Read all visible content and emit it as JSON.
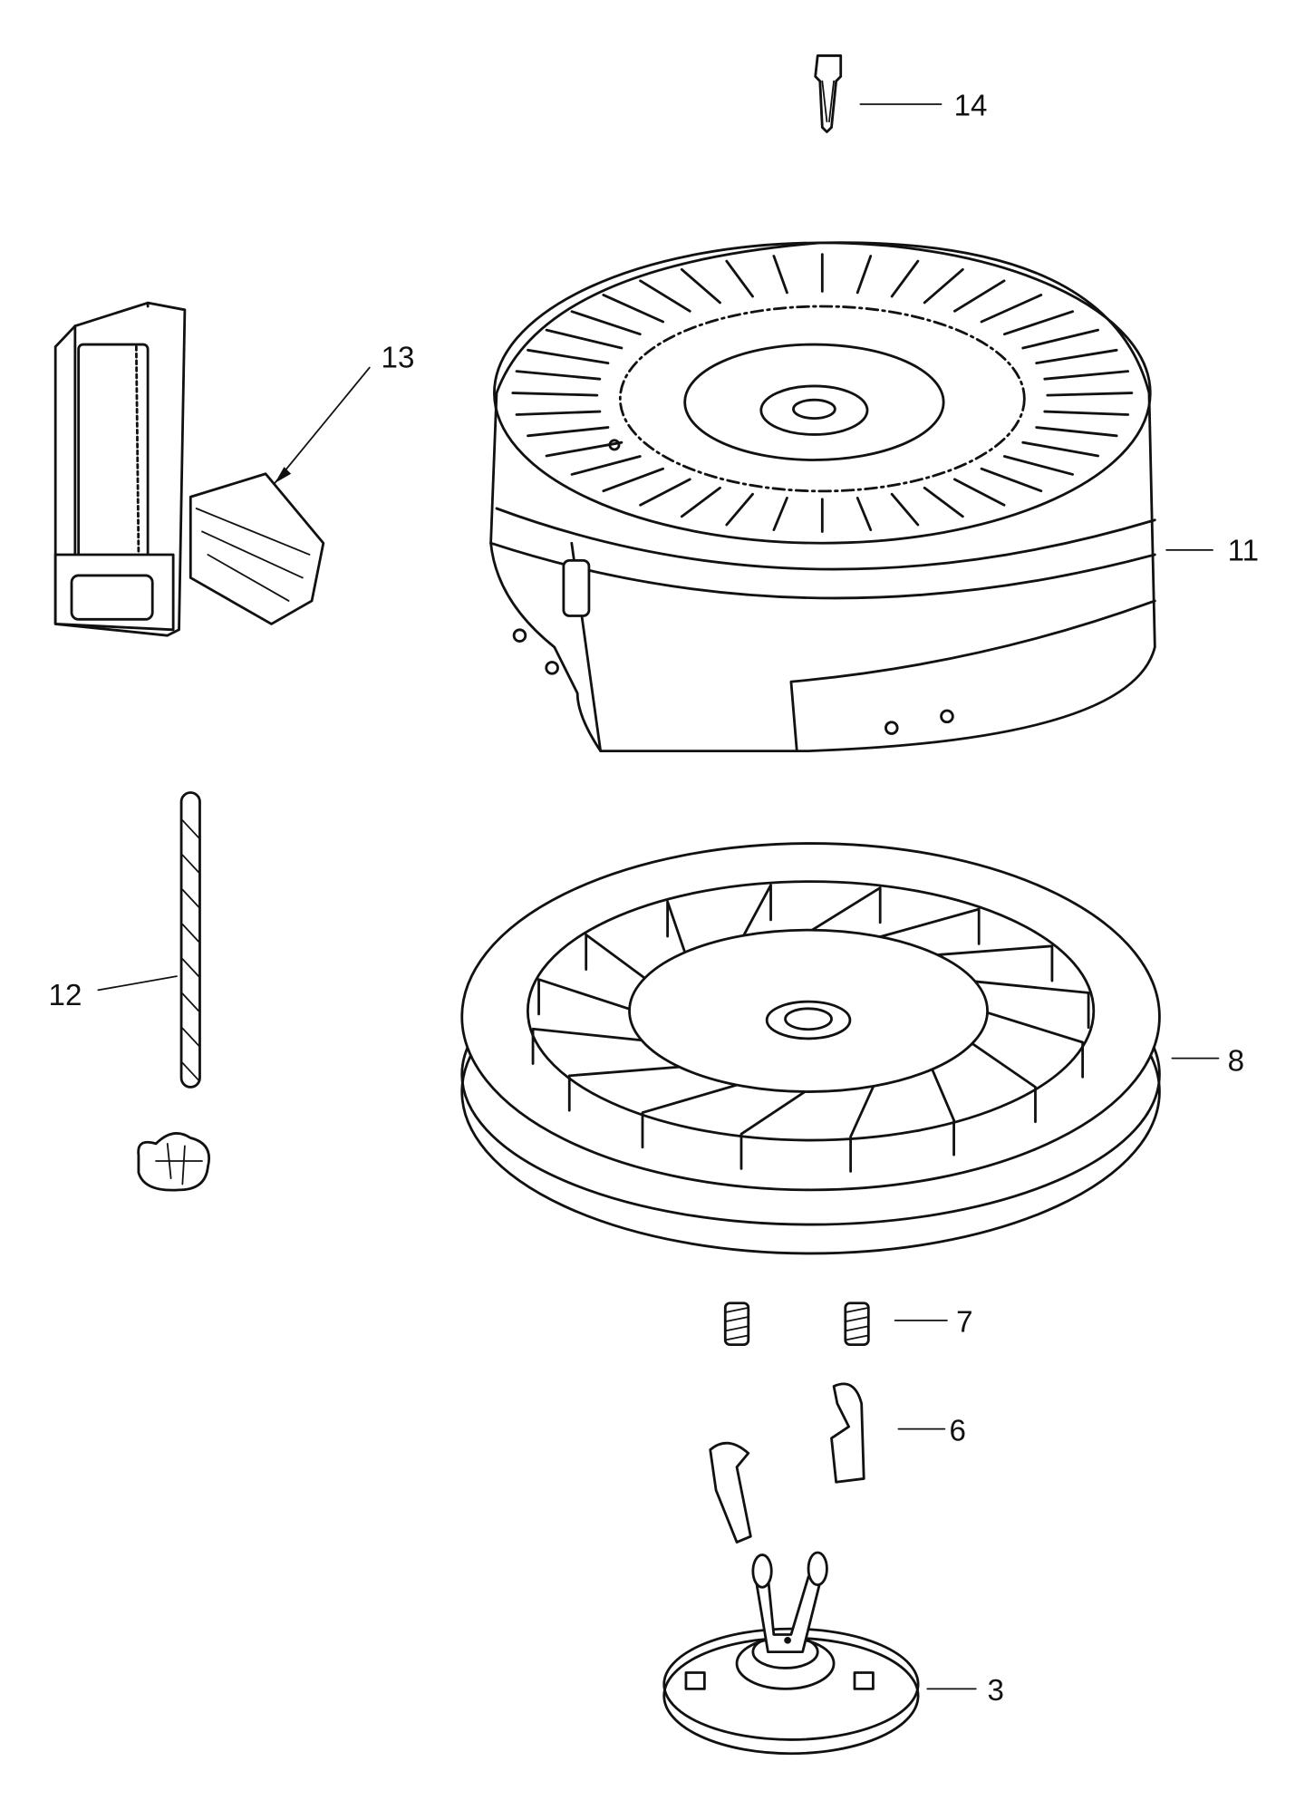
{
  "diagram": {
    "type": "exploded-parts-diagram",
    "callouts": {
      "p14": "14",
      "p13": "13",
      "p11": "11",
      "p12": "12",
      "p8": "8",
      "p7": "7",
      "p6": "6",
      "p3": "3"
    }
  }
}
